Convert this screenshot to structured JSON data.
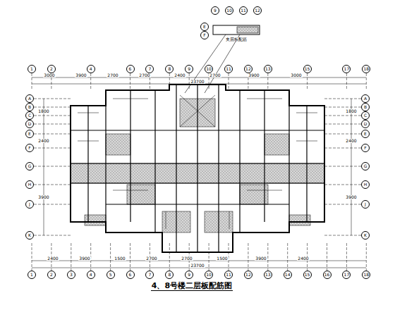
{
  "diagram": {
    "title": "4、8号楼二层板配筋图",
    "nodes": [
      {
        "text": [
          "9"
        ]
      },
      {
        "text": [
          "10"
        ]
      },
      {
        "text": [
          "11"
        ]
      },
      {
        "text": [
          "12"
        ]
      },
      {
        "text": [
          "E"
        ]
      },
      {
        "text": [
          "F"
        ]
      },
      {
        "text": [
          "1"
        ]
      },
      {
        "text": [
          "2"
        ]
      },
      {
        "text": [
          "4"
        ]
      },
      {
        "text": [
          "6"
        ]
      },
      {
        "text": [
          "7"
        ]
      },
      {
        "text": [
          "8"
        ]
      },
      {
        "text": [
          "9"
        ]
      },
      {
        "text": [
          "10"
        ]
      },
      {
        "text": [
          "11"
        ]
      },
      {
        "text": [
          "12"
        ]
      },
      {
        "text": [
          "13"
        ]
      },
      {
        "text": [
          "15"
        ]
      },
      {
        "text": [
          "17"
        ]
      },
      {
        "text": [
          "18"
        ]
      },
      {
        "text": [
          "A"
        ]
      },
      {
        "text": [
          "B"
        ]
      },
      {
        "text": [
          "C"
        ]
      },
      {
        "text": [
          "D"
        ]
      },
      {
        "text": [
          "E"
        ]
      },
      {
        "text": [
          "F"
        ]
      },
      {
        "text": [
          "G"
        ]
      },
      {
        "text": [
          "H"
        ]
      },
      {
        "text": [
          "J"
        ]
      },
      {
        "text": [
          "K"
        ]
      },
      {
        "text": [
          "A"
        ]
      },
      {
        "text": [
          "B"
        ]
      },
      {
        "text": [
          "C"
        ]
      },
      {
        "text": [
          "D"
        ]
      },
      {
        "text": [
          "E"
        ]
      },
      {
        "text": [
          "F"
        ]
      },
      {
        "text": [
          "G"
        ]
      },
      {
        "text": [
          "H"
        ]
      },
      {
        "text": [
          "J"
        ]
      },
      {
        "text": [
          "K"
        ]
      },
      {
        "text": [
          "1"
        ]
      },
      {
        "text": [
          "2"
        ]
      },
      {
        "text": [
          "3"
        ]
      },
      {
        "text": [
          "4"
        ]
      },
      {
        "text": [
          "5"
        ]
      },
      {
        "text": [
          "6"
        ]
      },
      {
        "text": [
          "7"
        ]
      },
      {
        "text": [
          "8"
        ]
      },
      {
        "text": [
          "9"
        ]
      },
      {
        "text": [
          "10"
        ]
      },
      {
        "text": [
          "11"
        ]
      },
      {
        "text": [
          "12"
        ]
      },
      {
        "text": [
          "13"
        ]
      },
      {
        "text": [
          "14"
        ]
      },
      {
        "text": [
          "15"
        ]
      },
      {
        "text": [
          "16"
        ]
      },
      {
        "text": [
          "17"
        ]
      },
      {
        "text": [
          "18"
        ]
      }
    ],
    "labels": [
      "夹层板配筋",
      "3000",
      "3900",
      "2700",
      "2700",
      "2400",
      "2700",
      "3900",
      "3000",
      "23700",
      "2400",
      "3900",
      "1500",
      "2700",
      "2700",
      "1500",
      "3900",
      "2400",
      "23700",
      "1800",
      "2400",
      "3900",
      "1800",
      "2400",
      "3900"
    ]
  }
}
